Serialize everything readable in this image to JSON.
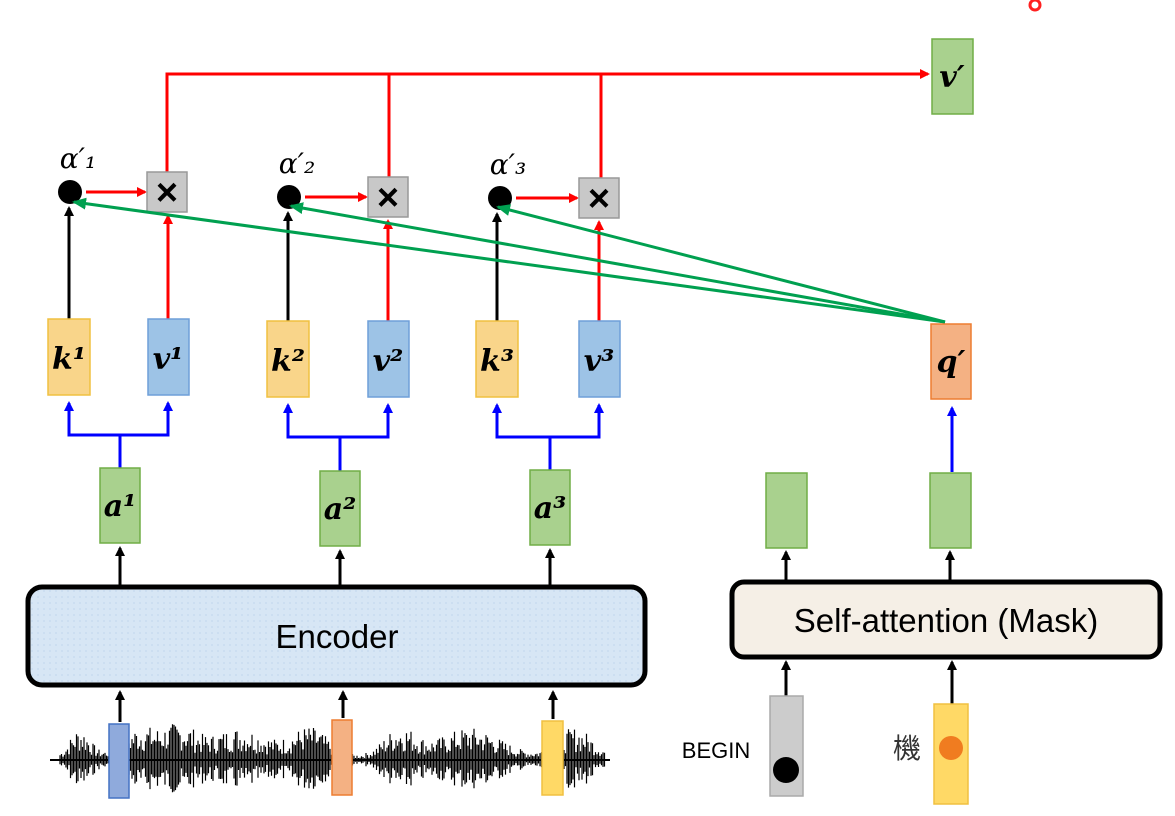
{
  "title": "Cross attention: decoder query attends to encoder outputs",
  "colors": {
    "key": "#f9d58a",
    "value": "#9dc3e6",
    "encoder_out": "#a9d18e",
    "query": "#f4b183",
    "begin": "#cccccc",
    "token": "#ffd966",
    "red_line": "#ff0000",
    "blue_line": "#0000ff",
    "green_line": "#00a050",
    "black_line": "#000000",
    "encoder_fill": "#dbe8f5",
    "selfatt_fill": "#f5efe6"
  },
  "attention": {
    "alphas": [
      "α′₁",
      "α′₂",
      "α′₃"
    ],
    "multiply_symbol": "×",
    "output_label": "v′"
  },
  "encoder_side": {
    "keys": [
      "k¹",
      "k²",
      "k³"
    ],
    "values": [
      "v¹",
      "v²",
      "v³"
    ],
    "outputs": [
      "a¹",
      "a²",
      "a³"
    ],
    "block_label": "Encoder",
    "input_name": "audio waveform"
  },
  "decoder_side": {
    "query_label": "q′",
    "block_label": "Self-attention (Mask)",
    "inputs": [
      {
        "label": "BEGIN",
        "token": "begin"
      },
      {
        "label": "機",
        "token": "char"
      }
    ]
  }
}
